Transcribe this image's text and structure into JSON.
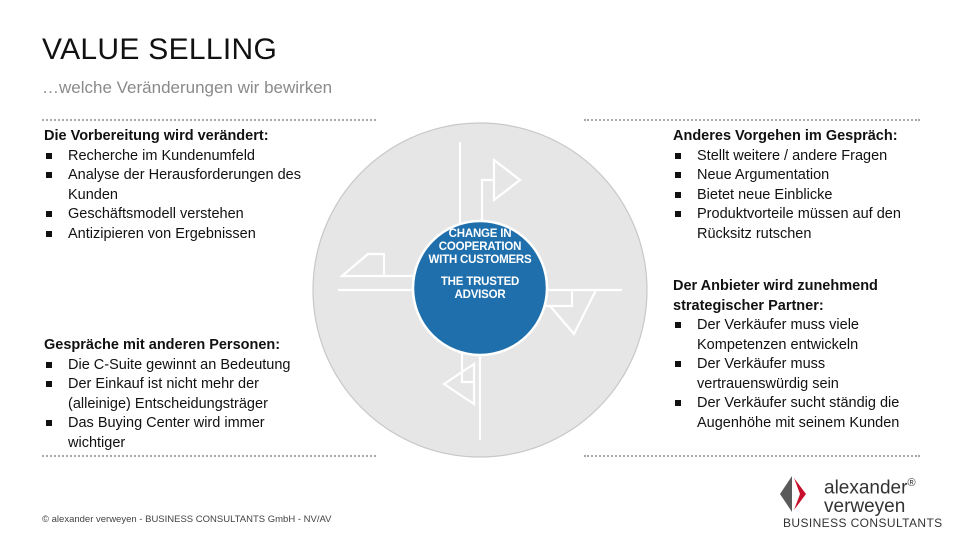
{
  "slide": {
    "title": "VALUE SELLING",
    "subtitle": "…welche Veränderungen wir bewirken"
  },
  "top_left": {
    "heading": "Die Vorbereitung wird verändert:",
    "items": [
      "Recherche im Kundenumfeld",
      "Analyse der Herausforderungen des Kunden",
      "Geschäftsmodell verstehen",
      "Antizipieren von Ergebnissen"
    ]
  },
  "bottom_left": {
    "heading": "Gespräche mit anderen Personen:",
    "items": [
      "Die C-Suite gewinnt an Bedeutung",
      "Der Einkauf ist nicht mehr der (alleinige) Entscheidungsträger",
      "Das Buying Center wird immer wichtiger"
    ]
  },
  "top_right": {
    "heading": "Anderes Vorgehen im Gespräch:",
    "items": [
      "Stellt weitere / andere Fragen",
      "Neue Argumentation",
      "Bietet neue Einblicke",
      "Produktvorteile müssen auf den Rücksitz rutschen"
    ]
  },
  "bottom_right": {
    "heading": "Der Anbieter wird zunehmend strategischer Partner:",
    "items": [
      "Der Verkäufer muss viele Kompetenzen entwickeln",
      "Der Verkäufer muss vertrauenswürdig sein",
      "Der Verkäufer sucht ständig die Augenhöhe mit seinem Kunden"
    ]
  },
  "center": {
    "line1": "CHANGE IN",
    "line2": "COOPERATION",
    "line3": "WITH CUSTOMERS",
    "line4": "THE TRUSTED",
    "line5": "ADVISOR"
  },
  "colors": {
    "circle_fill": "#e6e6e6",
    "circle_stroke": "#c8c8c8",
    "center_fill": "#1f6fad",
    "logo_red": "#c8102e",
    "logo_gray": "#5a5a5a"
  },
  "footer": {
    "copyright": "© alexander verweyen - BUSINESS CONSULTANTS GmbH - NV/AV"
  },
  "logo": {
    "name_line1": "alexander",
    "registered": "®",
    "name_line2": "verweyen",
    "tagline": "BUSINESS CONSULTANTS"
  }
}
